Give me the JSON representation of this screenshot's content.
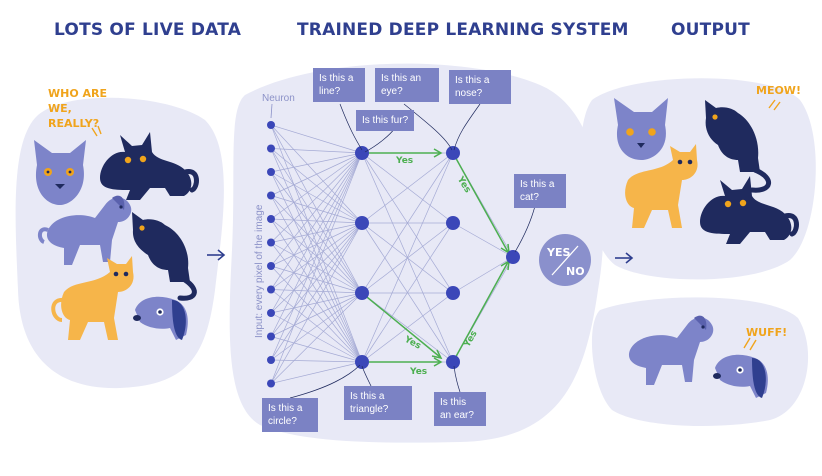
{
  "sections": {
    "input_title": "LOTS OF LIVE DATA",
    "system_title": "TRAINED DEEP LEARNING SYSTEM",
    "output_title": "OUTPUT"
  },
  "speech": {
    "who_are_we": "WHO ARE WE, REALLY?",
    "meow": "MEOW!",
    "wuff": "WUFF!"
  },
  "network": {
    "neuron_label": "Neuron",
    "input_label": "Input: every pixel of the image",
    "yes_label": "Yes",
    "result_top": "YES",
    "result_bottom": "NO"
  },
  "questions": {
    "line": "Is this a line?",
    "eye": "Is this an eye?",
    "nose": "Is this a nose?",
    "fur": "Is this fur?",
    "cat": "Is this a cat?",
    "circle": "Is this a circle?",
    "triangle": "Is this a triangle?",
    "ear": "Is this an ear?"
  },
  "colors": {
    "navy": "#1f2a5e",
    "blob": "#e8e9f6",
    "accent": "#2f3f8f",
    "node": "#3b47b8",
    "box": "#7b82c4",
    "green": "#4caf50",
    "orange": "#f0a41c"
  }
}
